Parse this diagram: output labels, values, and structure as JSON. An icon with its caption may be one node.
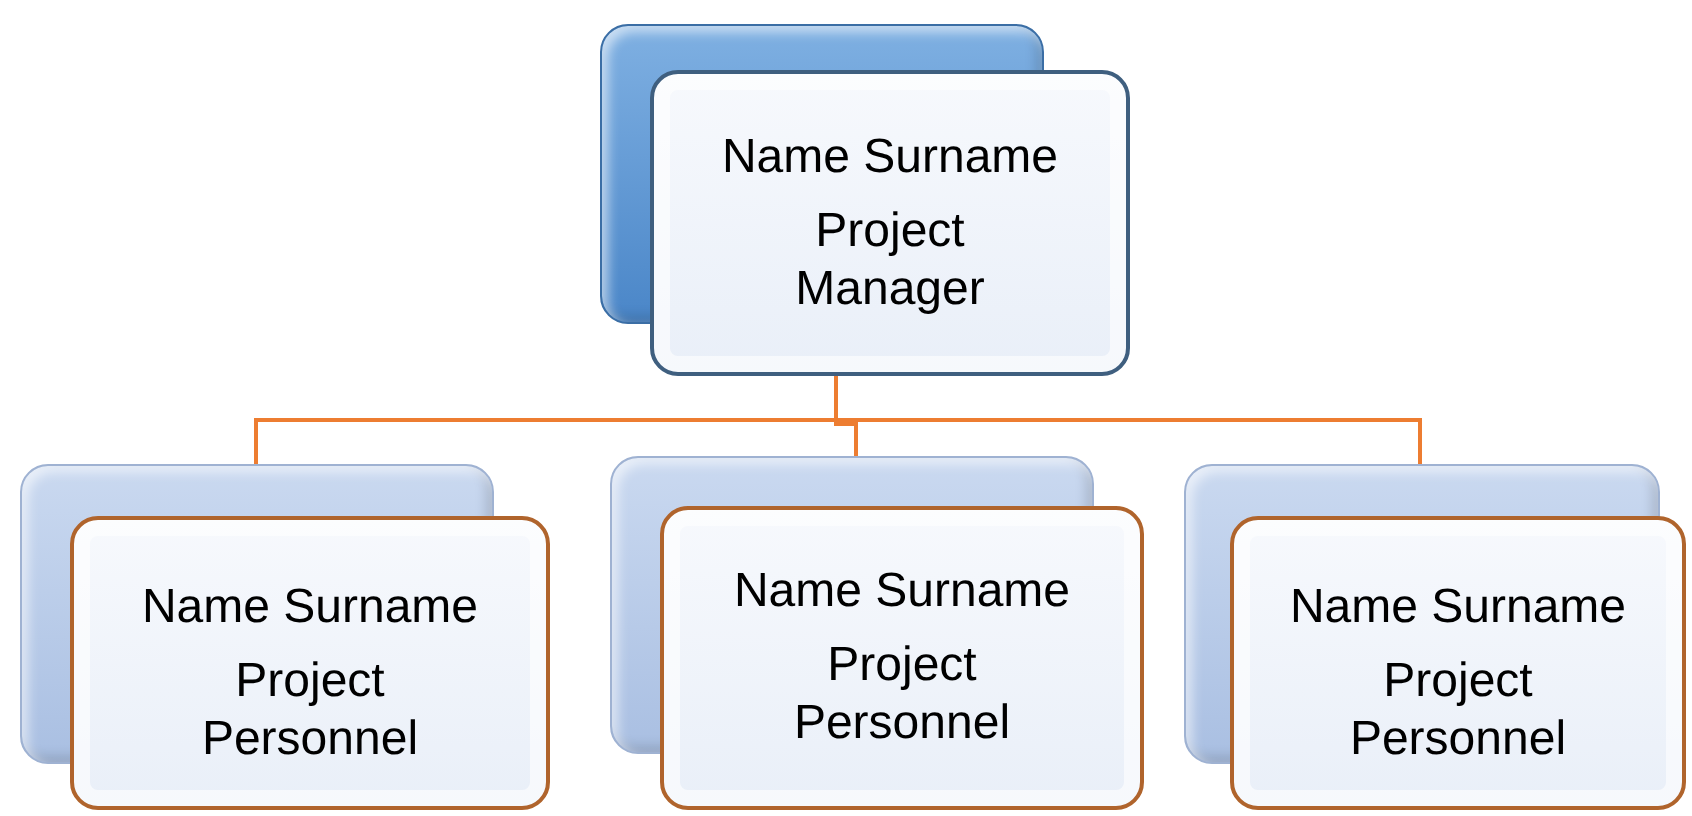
{
  "diagram": {
    "nodes": [
      {
        "text": [
          "Name Surname",
          "Project Manager"
        ]
      },
      {
        "text": [
          "Name Surname",
          "Project Personnel"
        ]
      },
      {
        "text": [
          "Name Surname",
          "Project Personnel"
        ]
      },
      {
        "text": [
          "Name Surname",
          "Project Personnel"
        ]
      }
    ],
    "edges": [
      {
        "from": 0,
        "to": 1,
        "arrow": "none"
      },
      {
        "from": 0,
        "to": 2,
        "arrow": "none"
      },
      {
        "from": 0,
        "to": 3,
        "arrow": "none"
      }
    ]
  }
}
